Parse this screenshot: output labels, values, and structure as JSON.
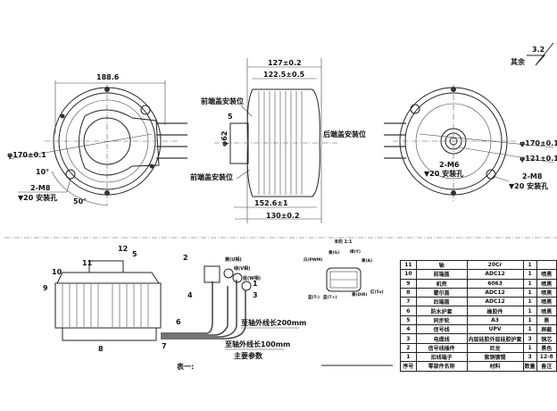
{
  "roughness": {
    "label": "其余",
    "value": "3.2"
  },
  "front_view": {
    "width_dim": "188.6",
    "diameter": "φ170±0.1",
    "angle1": "10°",
    "angle2": "50°",
    "hole_spec": "2-M8",
    "hole_depth": "▼20 安装孔"
  },
  "side_view": {
    "dim_top1": "127±0.2",
    "dim_top2": "122.5±0.5",
    "dim_bottom1": "152.6±1",
    "dim_bottom2": "130±0.2",
    "shaft_dia": "φ62",
    "callout_5": "5",
    "front_cover_pos_top": "前端盖安装位",
    "front_cover_pos_bottom": "前端盖安装位",
    "rear_cover_pos": "后端盖安装位"
  },
  "rear_view": {
    "diameter1": "φ170±0.1",
    "diameter2": "φ121±0.1",
    "hole_m6": "2-M6",
    "hole_m6_depth": "▼20 安装孔",
    "hole_m8": "2-M8",
    "hole_m8_depth": "▼20 安装孔"
  },
  "assembly": {
    "callouts": [
      "12",
      "11",
      "5",
      "10",
      "9",
      "8",
      "7",
      "6",
      "2",
      "4",
      "1",
      "3"
    ],
    "wire_labels": [
      "黄(U相)",
      "绿(V相)",
      "蓝(W相)"
    ],
    "length_200": "至轴外线长200mm",
    "length_100": "至轴外线长100mm",
    "main_params": "主要参数",
    "table_caption": "表一:"
  },
  "connector": {
    "title": "B向 1:1",
    "pins": [
      "白(PWM)",
      "黄(G)",
      "绿(Y)",
      "黄(A)",
      "蓝(T-)",
      "蓝(T+)",
      "黄(DIR)",
      "红(5v)"
    ]
  },
  "parts_table": {
    "rows": [
      [
        "11",
        "轴",
        "20Cr",
        "1",
        ""
      ],
      [
        "10",
        "前端盖",
        "ADC12",
        "1",
        "喷黑"
      ],
      [
        "9",
        "机壳",
        "6063",
        "1",
        "喷黑"
      ],
      [
        "8",
        "霍尔盖",
        "ADC12",
        "1",
        "喷黑"
      ],
      [
        "7",
        "后端盖",
        "ADC12",
        "1",
        "喷黑"
      ],
      [
        "6",
        "防水护套",
        "橡胶件",
        "1",
        "喷黑"
      ],
      [
        "5",
        "同步轮",
        "A3",
        "1",
        "黑"
      ],
      [
        "4",
        "信号线",
        "UPV",
        "1",
        "屏蔽"
      ],
      [
        "3",
        "电缆线",
        "内层硅胶外层硅胶护套",
        "3",
        "铜芯"
      ],
      [
        "2",
        "信号线插件",
        "尼龙",
        "1",
        "黑色"
      ],
      [
        "1",
        "扣线端子",
        "紫铜镀锡",
        "3",
        "12-8"
      ]
    ],
    "header": [
      "序号",
      "零部件名称",
      "材料",
      "数量",
      "备注"
    ]
  }
}
